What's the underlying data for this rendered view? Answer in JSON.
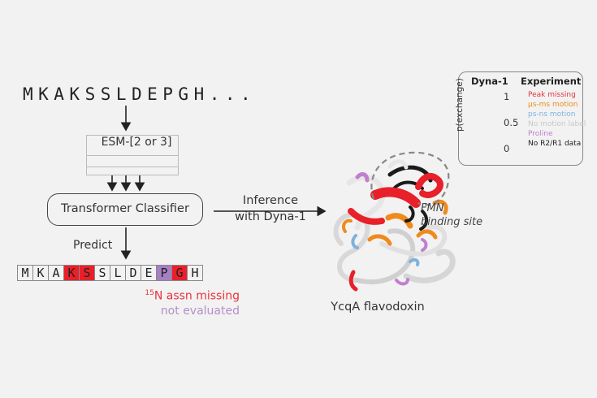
{
  "input_sequence": "MKAKSSLDEPGH...",
  "esm_label": "ESM-[2 or 3]",
  "classifier_label": "Transformer Classifier",
  "predict_label": "Predict",
  "inference_label_line1": "Inference",
  "inference_label_line2": "with Dyna-1",
  "output_sequence": {
    "residues": [
      "M",
      "K",
      "A",
      "K",
      "S",
      "S",
      "L",
      "D",
      "E",
      "P",
      "G",
      "H"
    ],
    "highlight": [
      "none",
      "none",
      "none",
      "red",
      "red",
      "none",
      "none",
      "none",
      "none",
      "purple",
      "red",
      "none"
    ]
  },
  "legend": {
    "missing_prefix": "15",
    "missing_text": "N assn missing",
    "not_evaluated": "not evaluated",
    "missing_color": "#e8333d",
    "not_evaluated_color": "#b48fc8"
  },
  "protein_name": "YcqA flavodoxin",
  "fmn_line1": "FMN",
  "fmn_line2": "binding site",
  "key": {
    "dyna_title": "Dyna-1",
    "experiment_title": "Experiment",
    "y_axis_label": "p(exchange)",
    "ticks": [
      "1",
      "0.5",
      "0"
    ],
    "items": [
      {
        "label": "Peak missing",
        "color": "#e8333d"
      },
      {
        "label": "µs-ms motion",
        "color": "#f08a1c"
      },
      {
        "label": "ps-ns motion",
        "color": "#7fb2dc"
      },
      {
        "label": "No motion label",
        "color": "#c8c8c8"
      },
      {
        "label": "Proline",
        "color": "#c07fcf"
      },
      {
        "label": "No R2/R1 data",
        "color": "#222222"
      }
    ]
  }
}
